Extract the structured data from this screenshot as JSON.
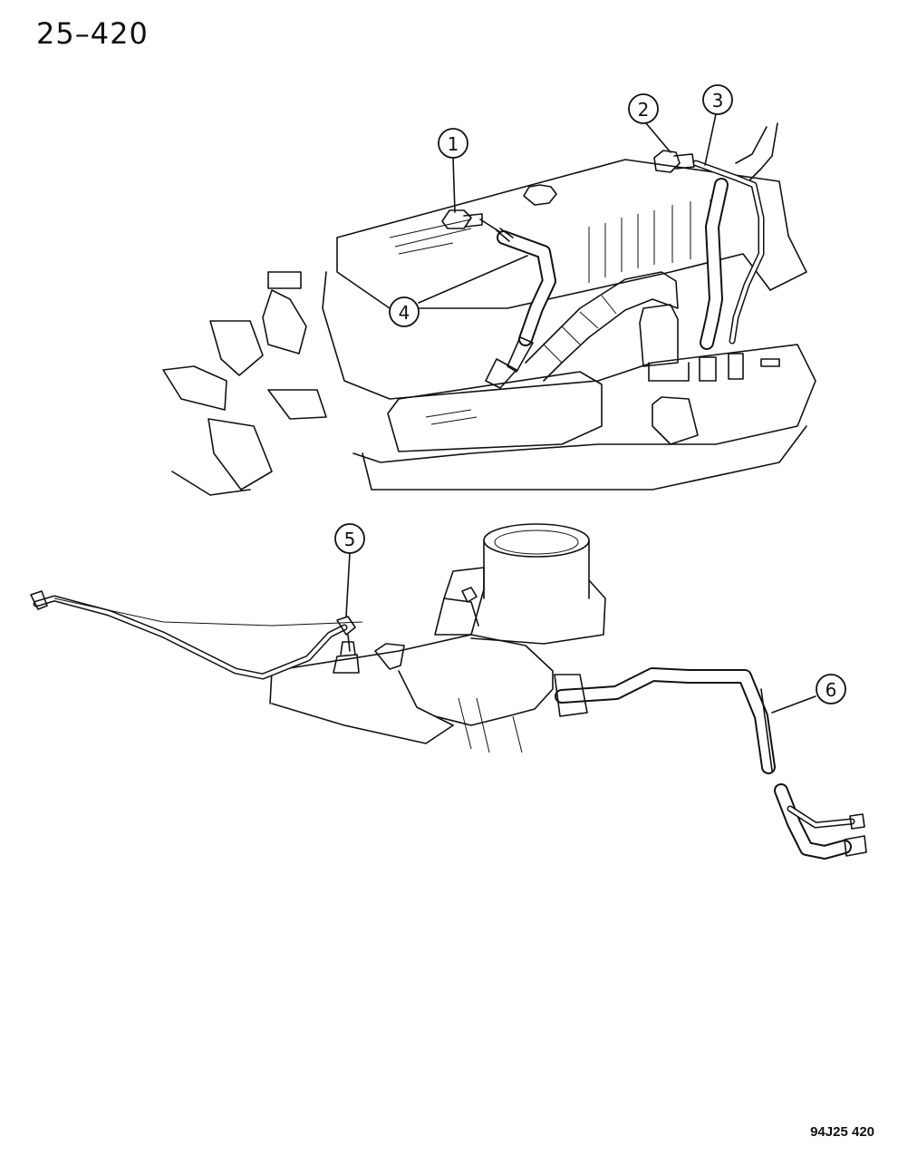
{
  "header": {
    "page_title": "25–420"
  },
  "footer": {
    "figure_code": "94J25 420"
  },
  "callouts": [
    {
      "id": "1",
      "label": "1"
    },
    {
      "id": "2",
      "label": "2"
    },
    {
      "id": "3",
      "label": "3"
    },
    {
      "id": "4",
      "label": "4"
    },
    {
      "id": "5",
      "label": "5"
    },
    {
      "id": "6",
      "label": "6"
    }
  ]
}
